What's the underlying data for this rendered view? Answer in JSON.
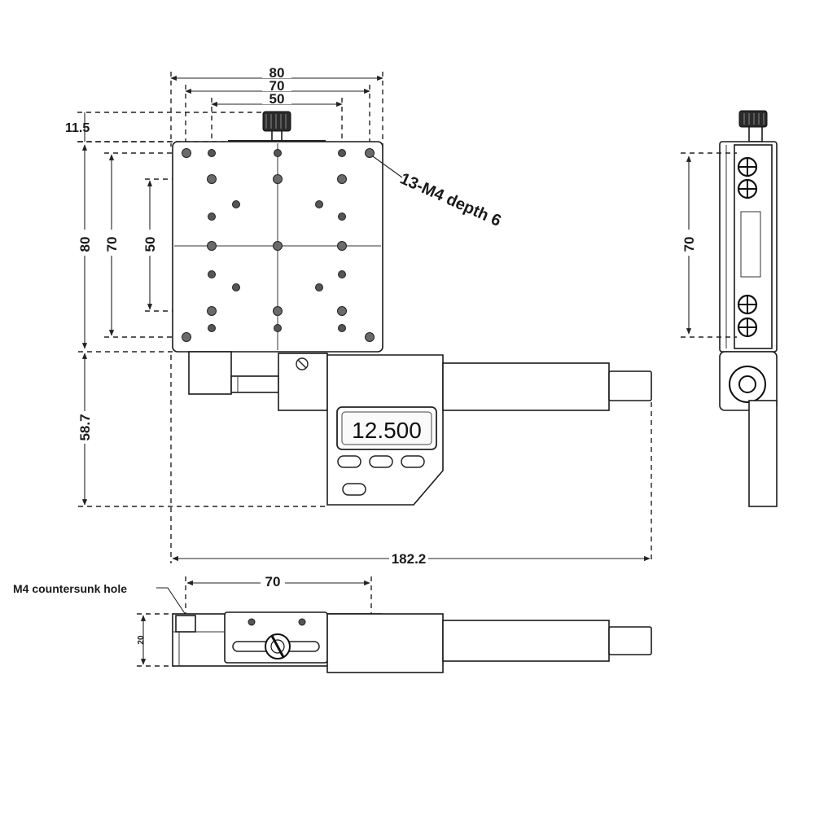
{
  "dimensions": {
    "top_width_80": "80",
    "top_width_70": "70",
    "top_width_50": "50",
    "knob_offset": "11.5",
    "left_height_80": "80",
    "left_height_70": "70",
    "left_height_50": "50",
    "micrometer_drop": "58.7",
    "overall_length": "182.2",
    "side_height_70": "70",
    "bottom_width_70": "70",
    "bottom_height": "20"
  },
  "annotations": {
    "tapped_holes": "13-M4 depth 6",
    "countersunk_hole": "M4 countersunk hole"
  },
  "display": {
    "reading": "12.500"
  }
}
